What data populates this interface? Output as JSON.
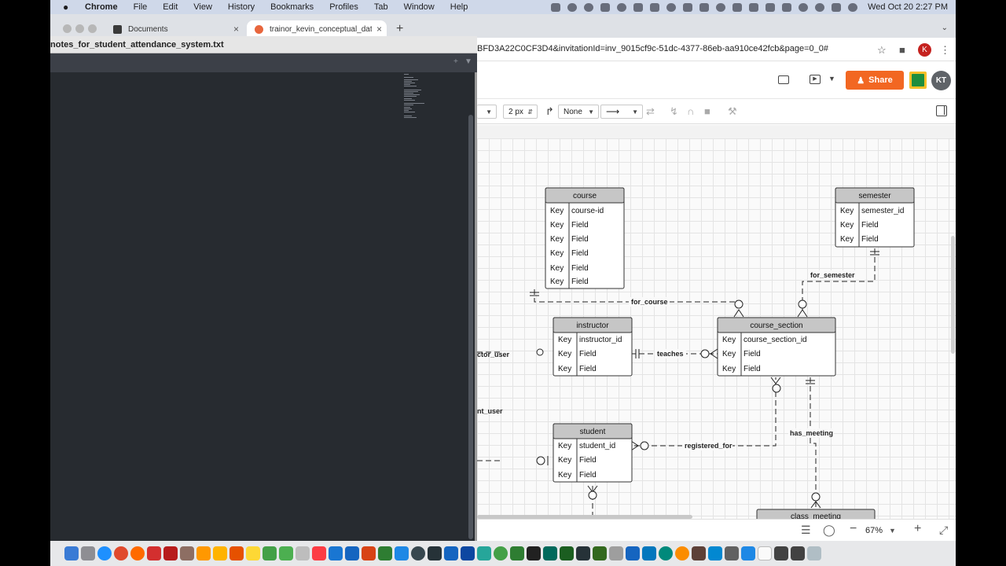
{
  "menubar": {
    "app_name": "Chrome",
    "items": [
      "File",
      "Edit",
      "View",
      "History",
      "Bookmarks",
      "Profiles",
      "Tab",
      "Window",
      "Help"
    ],
    "clock": "Wed Oct 20  2:27 PM",
    "tray_icons": [
      "dropbox-icon",
      "one-icon",
      "ring-icon",
      "box-icon",
      "c-icon",
      "list-icon",
      "s-icon",
      "gear-icon",
      "m-icon",
      "wave-icon",
      "moon-icon",
      "grid-icon",
      "mic-icon",
      "volume-icon",
      "battery-icon",
      "wifi-icon",
      "search-icon",
      "control-center-icon",
      "siri-icon"
    ]
  },
  "browser": {
    "tabs": [
      {
        "title": "Documents",
        "favicon": "docs-icon",
        "active": false
      },
      {
        "title": "trainor_kevin_conceptual_data",
        "favicon": "lucidchart-icon",
        "active": true
      }
    ],
    "url": "BFD3A22C0CF3D4&invitationId=inv_9015cf9c-51dc-4377-86eb-aa910ce42fcb&page=0_0#",
    "profile_initial": "K"
  },
  "lucid": {
    "share_label": "Share",
    "avatar": "KT",
    "line_width": "2 px",
    "line_end": "None",
    "zoom": "67%"
  },
  "editor": {
    "filename": "notes_for_student_attendance_system.txt"
  },
  "erd": {
    "entities": {
      "course": {
        "name": "course",
        "rows": [
          [
            "Key",
            "course-id"
          ],
          [
            "Key",
            "Field"
          ],
          [
            "Key",
            "Field"
          ],
          [
            "Key",
            "Field"
          ],
          [
            "Key",
            "Field"
          ],
          [
            "Key",
            "Field"
          ]
        ]
      },
      "semester": {
        "name": "semester",
        "rows": [
          [
            "Key",
            "semester_id"
          ],
          [
            "Key",
            "Field"
          ],
          [
            "Key",
            "Field"
          ]
        ]
      },
      "instructor": {
        "name": "instructor",
        "rows": [
          [
            "Key",
            "instructor_id"
          ],
          [
            "Key",
            "Field"
          ],
          [
            "Key",
            "Field"
          ]
        ]
      },
      "course_section": {
        "name": "course_section",
        "rows": [
          [
            "Key",
            "course_section_id"
          ],
          [
            "Key",
            "Field"
          ],
          [
            "Key",
            "Field"
          ]
        ]
      },
      "student": {
        "name": "student",
        "rows": [
          [
            "Key",
            "student_id"
          ],
          [
            "Key",
            "Field"
          ],
          [
            "Key",
            "Field"
          ]
        ]
      },
      "class_meeting": {
        "name": "class_meeting"
      }
    },
    "relationships": {
      "for_course": "for_course",
      "for_semester": "for_semester",
      "teaches": "teaches",
      "registered_for": "registered_for",
      "has_meeting": "has_meeting",
      "instructor_user": "ctor_user",
      "student_user": "nt_user"
    }
  }
}
